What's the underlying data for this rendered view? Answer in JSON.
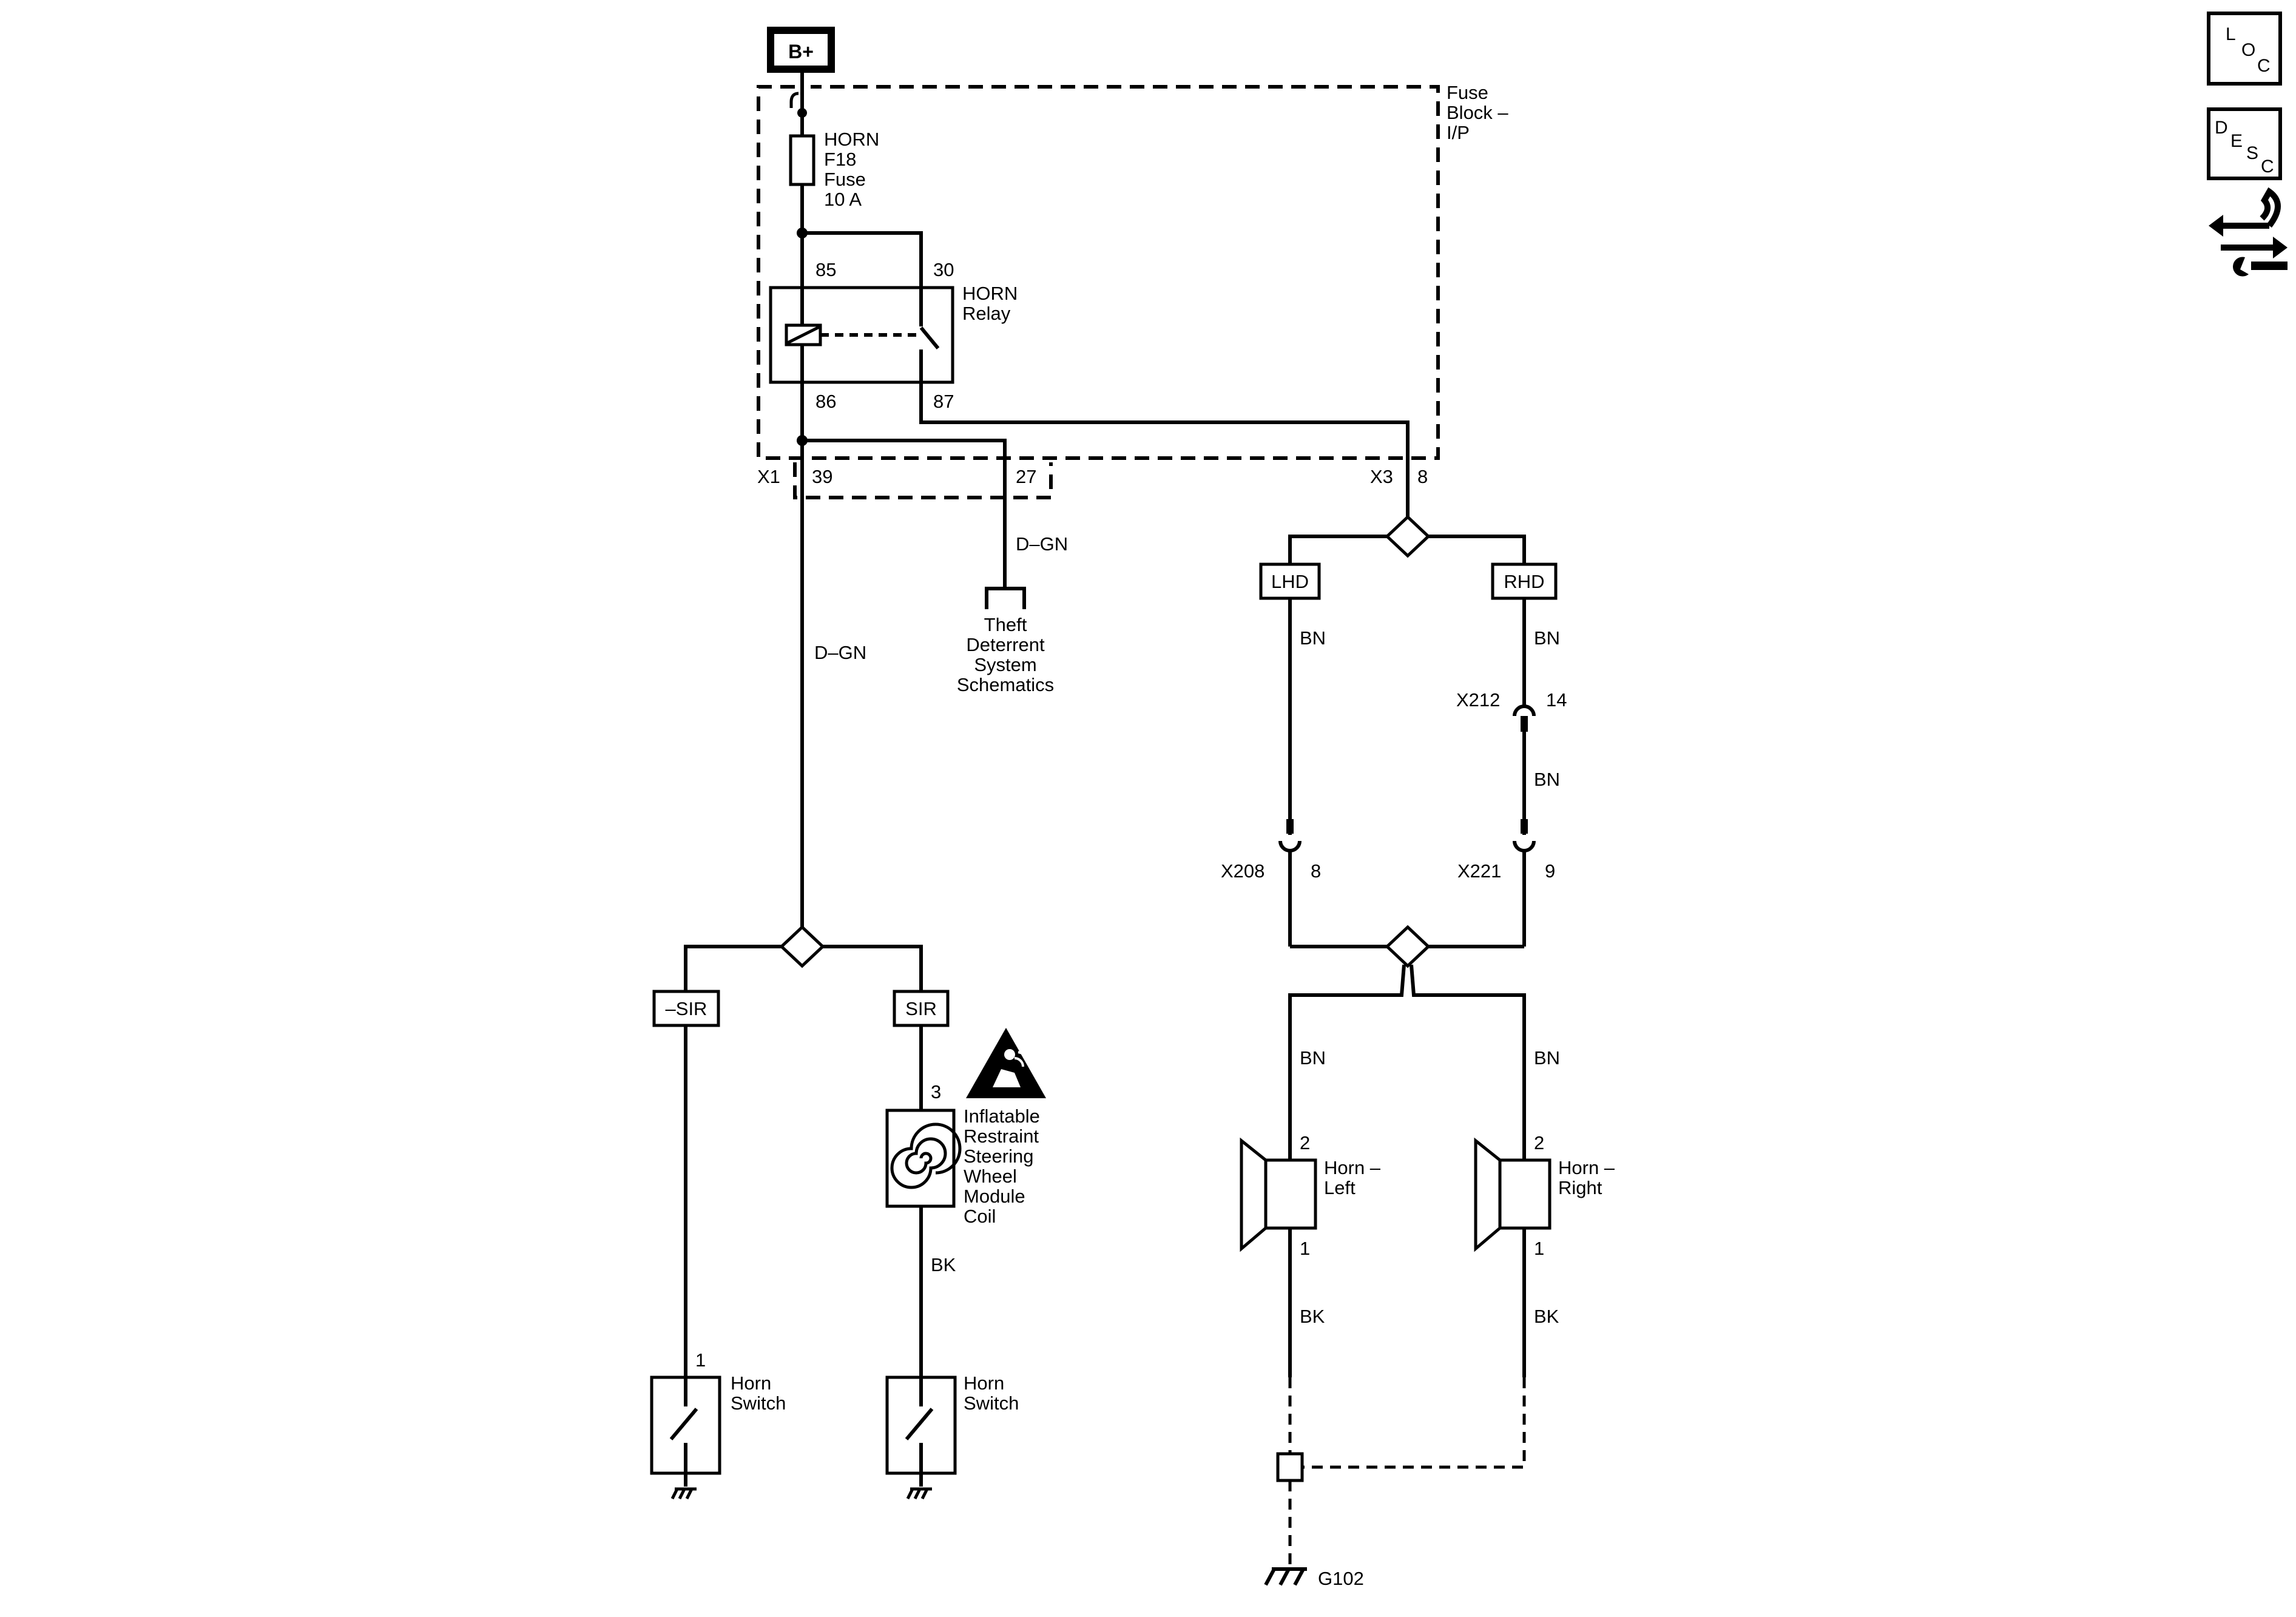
{
  "supply": {
    "label": "B+"
  },
  "fuse_block": {
    "line1": "Fuse",
    "line2": "Block –",
    "line3": "I/P"
  },
  "fuse": {
    "line1": "HORN",
    "line2": "F18",
    "line3": "Fuse",
    "line4": "10 A"
  },
  "relay": {
    "line1": "HORN",
    "line2": "Relay",
    "pin85": "85",
    "pin30": "30",
    "pin86": "86",
    "pin87": "87"
  },
  "connectors": {
    "x1": "X1",
    "x1_pin39": "39",
    "x1_pin27": "27",
    "x3": "X3",
    "x3_pin8": "8",
    "x212": "X212",
    "x212_pin": "14",
    "x208": "X208",
    "x208_pin": "8",
    "x221": "X221",
    "x221_pin": "9"
  },
  "wires": {
    "dgn_main": "D–GN",
    "dgn_theft": "D–GN",
    "bn_lhd": "BN",
    "bn_rhd": "BN",
    "bn_rhd2": "BN",
    "bn_horn_left": "BN",
    "bn_horn_right": "BN",
    "bk_coil": "BK",
    "bk_horn_left": "BK",
    "bk_horn_right": "BK"
  },
  "theft": {
    "line1": "Theft",
    "line2": "Deterrent",
    "line3": "System",
    "line4": "Schematics"
  },
  "options": {
    "lhd": "LHD",
    "rhd": "RHD",
    "nsir": "–SIR",
    "sir": "SIR"
  },
  "coil": {
    "pin": "3",
    "line1": "Inflatable",
    "line2": "Restraint",
    "line3": "Steering",
    "line4": "Wheel",
    "line5": "Module",
    "line6": "Coil"
  },
  "horn_switch_left": {
    "pin": "1",
    "line1": "Horn",
    "line2": "Switch"
  },
  "horn_switch_right": {
    "line1": "Horn",
    "line2": "Switch"
  },
  "horn_left": {
    "pin2": "2",
    "pin1": "1",
    "line1": "Horn –",
    "line2": "Left"
  },
  "horn_right": {
    "pin2": "2",
    "pin1": "1",
    "line1": "Horn –",
    "line2": "Right"
  },
  "ground": {
    "label": "G102"
  },
  "side_icons": {
    "loc": {
      "l": "L",
      "o": "O",
      "c": "C"
    },
    "desc": {
      "d": "D",
      "e": "E",
      "s": "S",
      "c": "C"
    },
    "tools_icon": "wrench-arrows-icon"
  }
}
